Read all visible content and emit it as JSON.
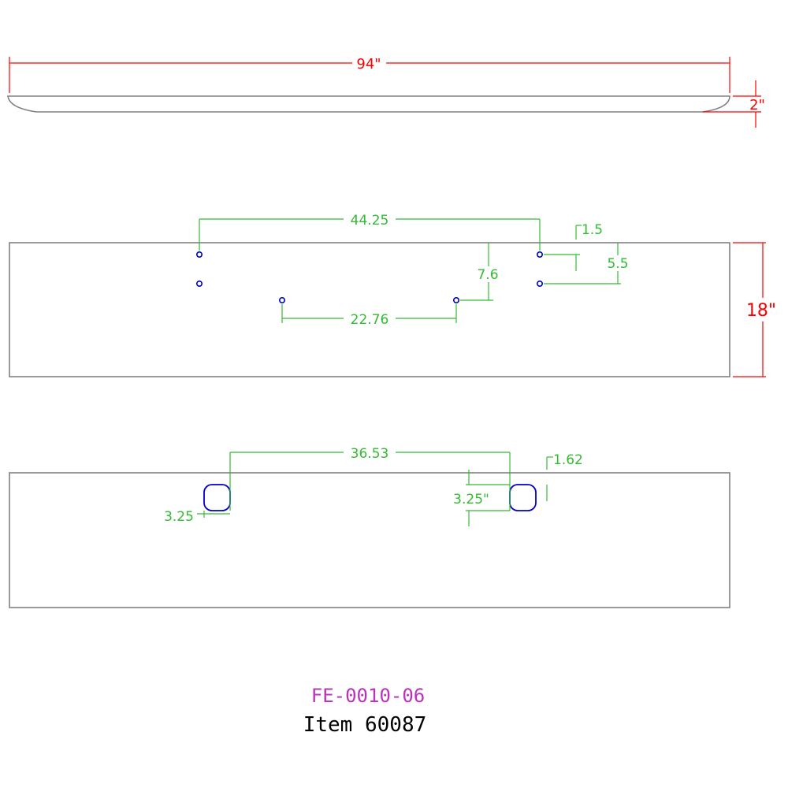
{
  "colors": {
    "outline": "#808080",
    "dimension_primary": "#ff0000",
    "dimension_secondary": "#33bb33",
    "holes": "#0000cc",
    "part_number": "#bb33bb",
    "item_text": "#000000"
  },
  "side_view": {
    "length_label": "94\"",
    "height_label": "2\""
  },
  "front_view": {
    "height_label": "18\"",
    "hole_spacing_wide": "44.25",
    "hole_spacing_inner": "22.76",
    "inner_hole_drop": "7.6",
    "edge_offset": "1.5",
    "vertical_hole_spacing": "5.5"
  },
  "slot_view": {
    "slot_spacing": "36.53",
    "slot_edge_offset": "1.62",
    "slot_width": "3.25",
    "slot_height": "3.25\""
  },
  "title_block": {
    "part_number": "FE-0010-06",
    "item": "Item 60087"
  }
}
